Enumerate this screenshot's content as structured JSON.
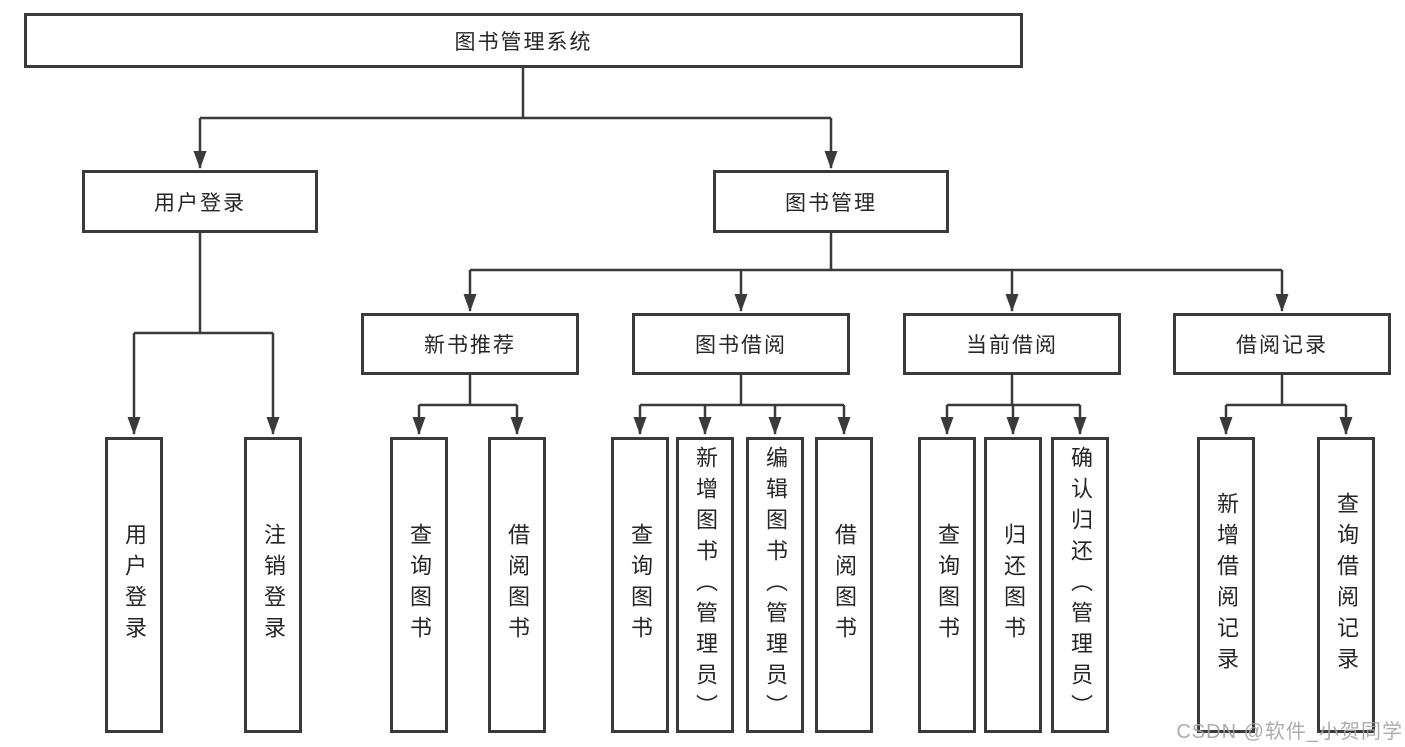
{
  "diagram": {
    "title": "图书管理系统",
    "colors": {
      "line": "#3a3a3a",
      "border": "#3a3a3a",
      "text": "#262626",
      "box_background": "#ffffff",
      "watermark_color": "#a3a3a3"
    },
    "tree": {
      "label": "图书管理系统",
      "children": [
        {
          "label": "用户登录",
          "children": [
            {
              "label": "用户登录"
            },
            {
              "label": "注销登录"
            }
          ]
        },
        {
          "label": "图书管理",
          "children": [
            {
              "label": "新书推荐",
              "children": [
                {
                  "label": "查询图书"
                },
                {
                  "label": "借阅图书"
                }
              ]
            },
            {
              "label": "图书借阅",
              "children": [
                {
                  "label": "查询图书"
                },
                {
                  "label": "新增图书（管理员）"
                },
                {
                  "label": "编辑图书（管理员）"
                },
                {
                  "label": "借阅图书"
                }
              ]
            },
            {
              "label": "当前借阅",
              "children": [
                {
                  "label": "查询图书"
                },
                {
                  "label": "归还图书"
                },
                {
                  "label": "确认归还（管理员）"
                }
              ]
            },
            {
              "label": "借阅记录",
              "children": [
                {
                  "label": "新增借阅记录"
                },
                {
                  "label": "查询借阅记录"
                }
              ]
            }
          ]
        }
      ]
    },
    "watermark": "CSDN @软件_小贺同学"
  }
}
